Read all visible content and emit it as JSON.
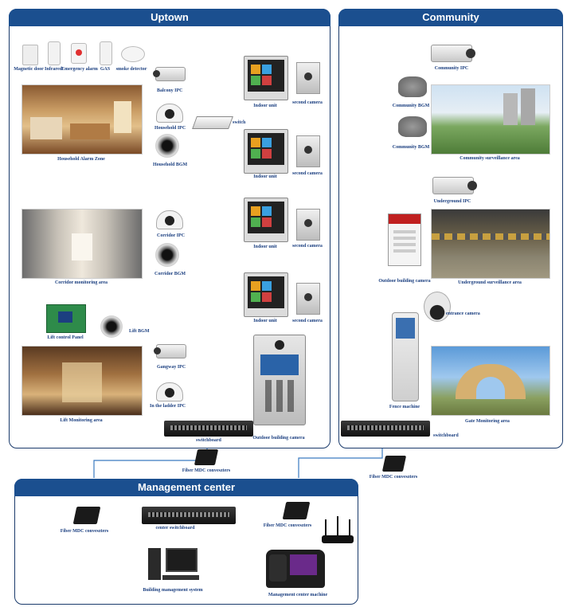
{
  "panels": {
    "uptown": "Uptown",
    "community": "Community",
    "management": "Management center"
  },
  "uptown": {
    "sensors": [
      "Magnetic door",
      "Infrared",
      "Emergency alarm",
      "GAS",
      "smoke detector"
    ],
    "household_zone": "Household Alarm Zone",
    "balcony_ipc": "Balcony IPC",
    "household_ipc": "Household IPC",
    "household_bgm": "Household BGM",
    "switch": "switch",
    "indoor_unit": "Indoor unit",
    "second_camera": "second camera",
    "corridor_area": "Corridor monitoring area",
    "corridor_ipc": "Corridor IPC",
    "corridor_bgm": "Corridor BGM",
    "lift_panel": "Lift control Panel",
    "lift_bgm": "Lift BGM",
    "gangway_ipc": "Gangway IPC",
    "ladder_ipc": "In the ladder IPC",
    "lift_area": "Lift Monitoring area",
    "switchboard": "switchboard",
    "outdoor_camera": "Outdoor building camera"
  },
  "community": {
    "community_ipc": "Community IPC",
    "community_bgm": "Community BGM",
    "surveillance_area": "Community surveillance area",
    "underground_ipc": "Underground IPC",
    "outdoor_building_camera": "Outdoor building camera",
    "underground_area": "Underground surveillance area",
    "entrance_camera": "entrance camera",
    "fence_machine": "Fence machine",
    "gate_area": "Gate Monitoring area",
    "switchboard": "switchboard"
  },
  "links": {
    "fiber_left": "Fiber MDC conveszters",
    "fiber_right": "Fiber MDC conveszters"
  },
  "management": {
    "fiber_left": "Fiber MDC conveszters",
    "center_switchboard": "center switchboard",
    "fiber_right": "Fiber MDC conveszters",
    "bms": "Building management system",
    "center_machine": "Management center machine"
  }
}
